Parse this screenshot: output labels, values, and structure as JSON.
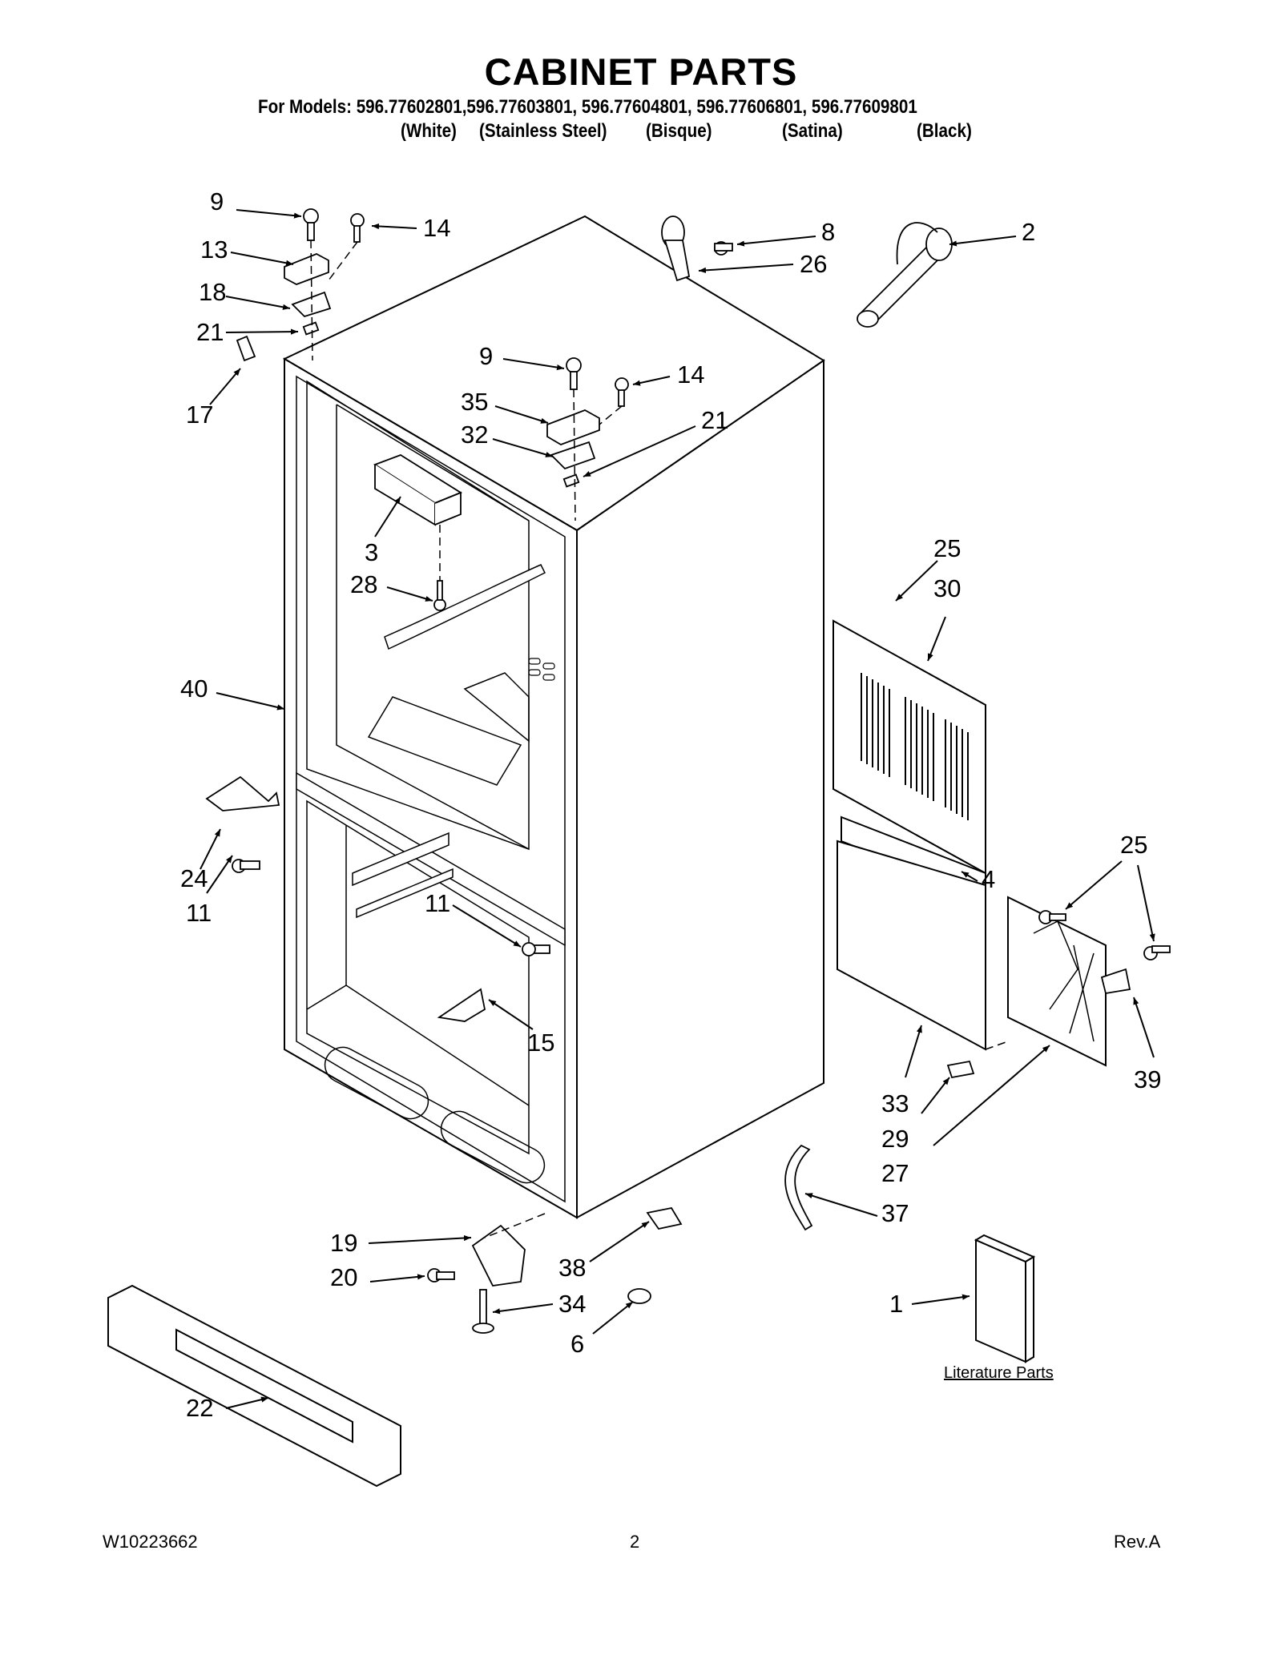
{
  "header": {
    "title": "CABINET PARTS",
    "models_line": "For Models: 596.77602801,596.77603801, 596.77604801, 596.77606801, 596.77609801",
    "finishes": [
      "(White)",
      "(Stainless Steel)",
      "(Bisque)",
      "(Satina)",
      "(Black)"
    ]
  },
  "callouts": [
    "9",
    "14",
    "13",
    "18",
    "21",
    "17",
    "8",
    "26",
    "2",
    "9",
    "14",
    "35",
    "32",
    "21",
    "3",
    "28",
    "25",
    "30",
    "40",
    "24",
    "11",
    "11",
    "15",
    "4",
    "25",
    "33",
    "29",
    "27",
    "39",
    "37",
    "19",
    "20",
    "38",
    "34",
    "6",
    "1",
    "22"
  ],
  "literature_label": "Literature Parts",
  "footer": {
    "doc_number": "W10223662",
    "page": "2",
    "revision": "Rev.A"
  }
}
